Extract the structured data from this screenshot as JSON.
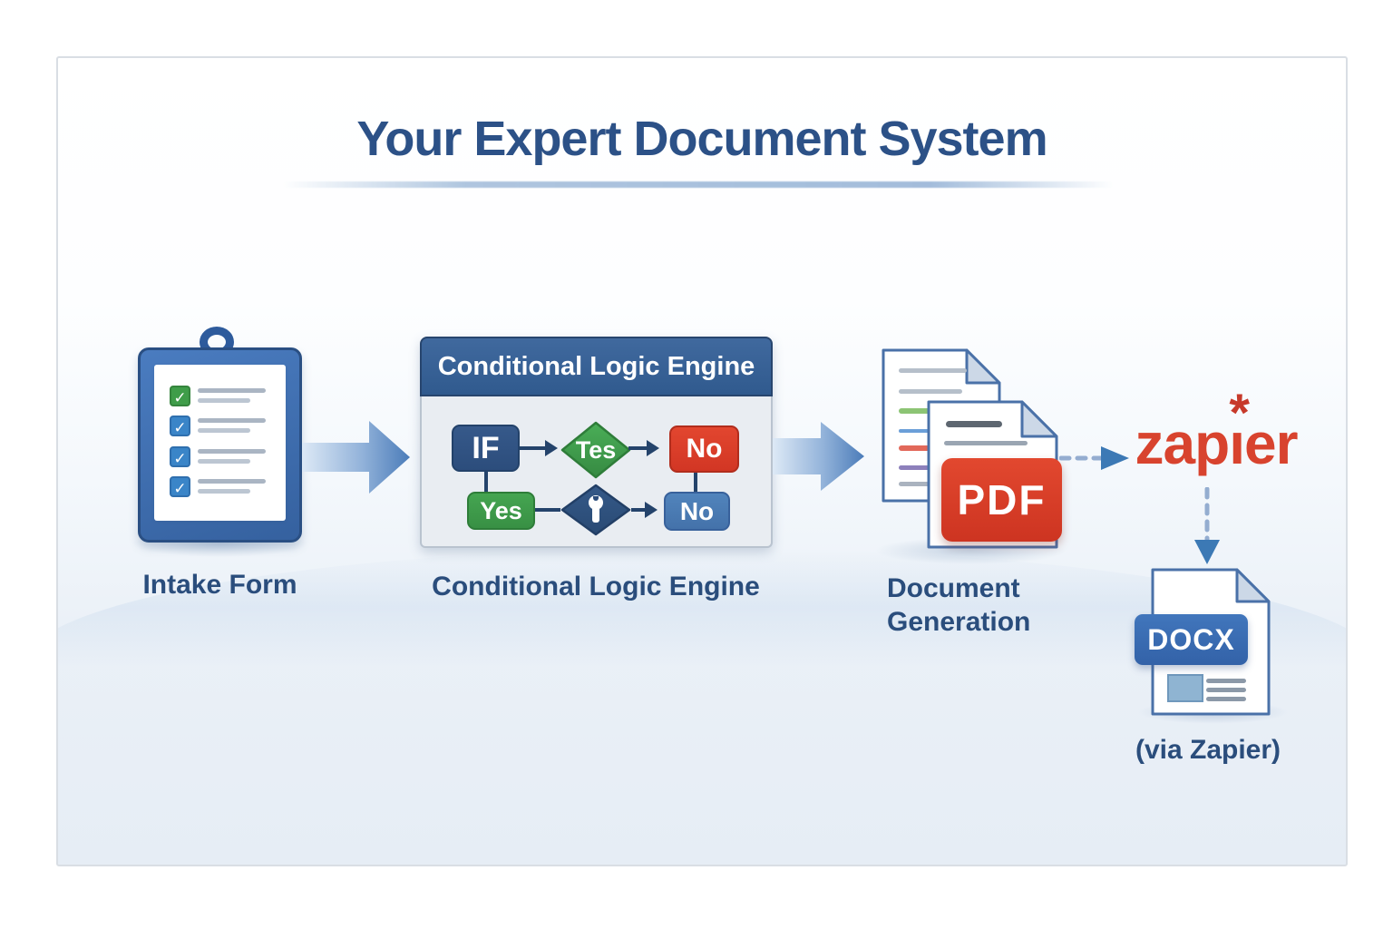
{
  "title": {
    "text": "Your Expert Document System"
  },
  "intake": {
    "label": "Intake Form",
    "check_glyph": "✓",
    "checkbox_colors": [
      "#3f9d49",
      "#3a85c8",
      "#3a85c8",
      "#3a85c8"
    ]
  },
  "logic_engine": {
    "header": "Conditional Logic Engine",
    "caption": "Conditional Logic Engine",
    "if_label": "IF",
    "diamond_top_label": "Tes",
    "no_top_label": "No",
    "yes_label": "Yes",
    "no_bottom_label": "No"
  },
  "generation": {
    "caption_line1": "Document",
    "caption_line2": "Generation",
    "pdf_badge": "PDF",
    "back_doc_line_colors": [
      "#b6bfca",
      "#b6bfca",
      "#8cc474",
      "#6b9fd8",
      "#e2685a",
      "#8d80bb",
      "#aab3bf"
    ]
  },
  "zapier": {
    "logo_text": "zapier",
    "logo_parts": {
      "before_i": "zap",
      "i": "ı",
      "after_i": "er"
    },
    "asterisk": "*"
  },
  "docx": {
    "badge": "DOCX",
    "caption": "(via Zapier)"
  },
  "colors": {
    "title_text": "#2c5187",
    "caption_text": "#2a4d7c",
    "logic_header_bg": "#33608f",
    "navy_node": "#2c4d7c",
    "green_node": "#3f9d4b",
    "red_node": "#d83a29",
    "blue_node": "#4b7cb4",
    "pdf_red": "#d83a29",
    "docx_blue": "#3a6db5",
    "zapier_red": "#d8432e",
    "block_arrow_blue": "#4b7cb9",
    "connector": "#24436b",
    "dashed_line": "#94add0",
    "dashed_arrowhead": "#3c79b5"
  }
}
